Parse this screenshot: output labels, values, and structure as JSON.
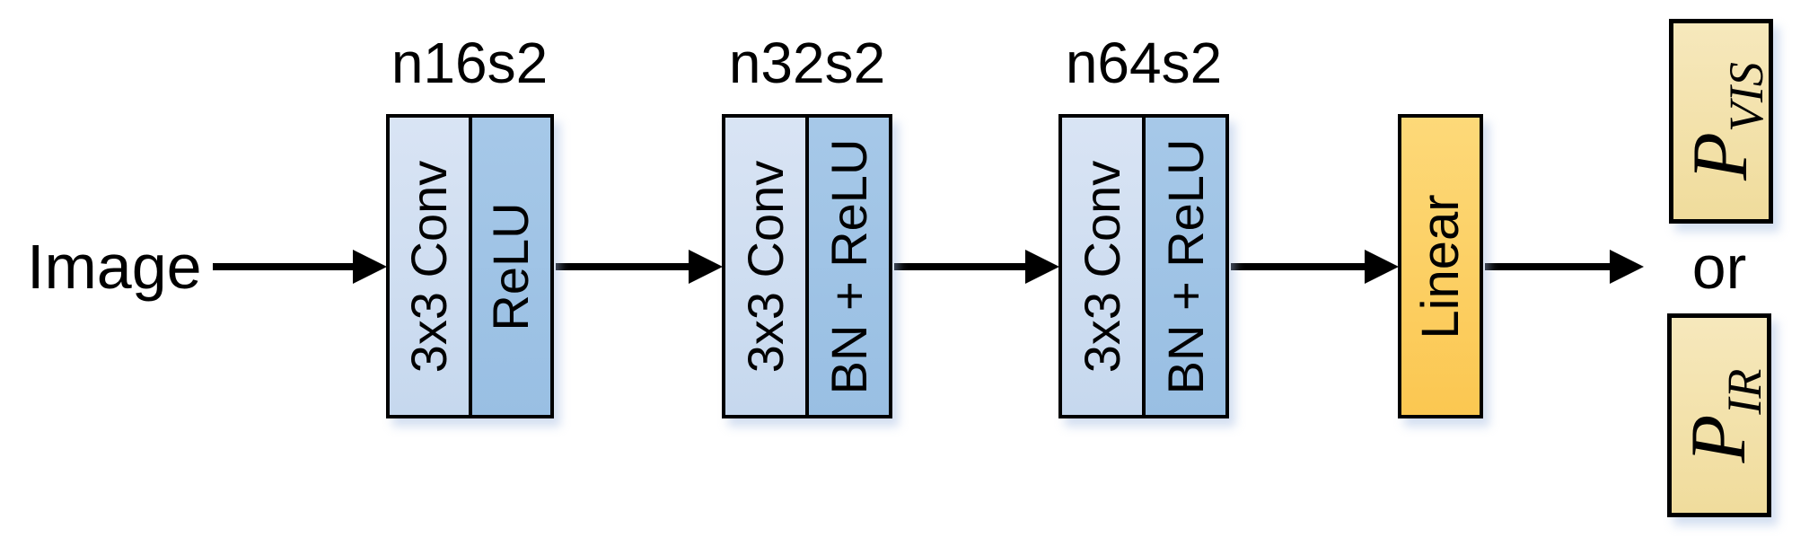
{
  "diagram": {
    "input_label": "Image",
    "blocks": [
      {
        "label": "n16s2",
        "cells": [
          "3x3 Conv",
          "ReLU"
        ]
      },
      {
        "label": "n32s2",
        "cells": [
          "3x3 Conv",
          "BN + ReLU"
        ]
      },
      {
        "label": "n64s2",
        "cells": [
          "3x3 Conv",
          "BN + ReLU"
        ]
      }
    ],
    "linear": {
      "label": "Linear"
    },
    "or_label": "or",
    "outputs": [
      {
        "base": "P",
        "subscript": "VIS"
      },
      {
        "base": "P",
        "subscript": "IR"
      }
    ],
    "colors": {
      "conv_cell": "#cfdef2",
      "activation_cell": "#9dc3e6",
      "linear_block": "#fcce5f",
      "output_box": "#f2e0a4",
      "outline": "#000000",
      "arrow": "#000000",
      "background": "#ffffff"
    }
  }
}
